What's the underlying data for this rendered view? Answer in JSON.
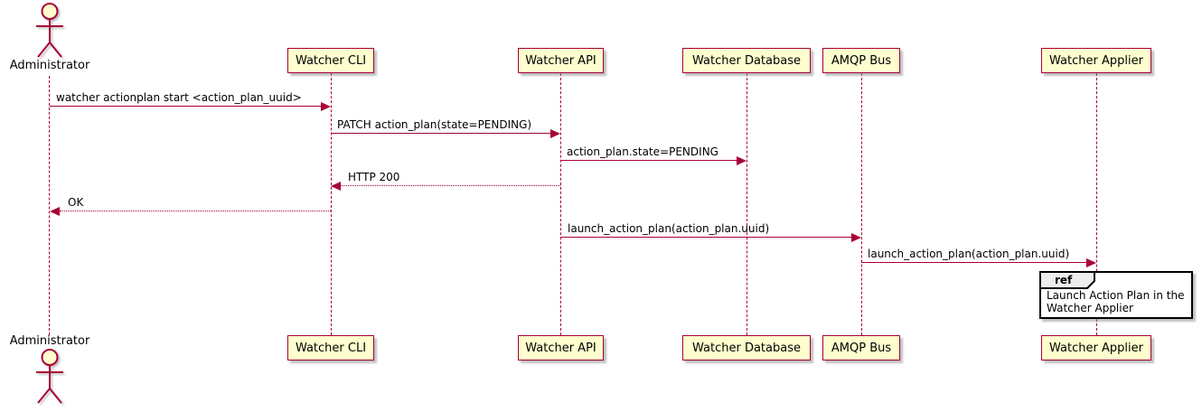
{
  "diagram": {
    "actor": {
      "name": "Administrator"
    },
    "participants": [
      {
        "name": "Watcher CLI"
      },
      {
        "name": "Watcher API"
      },
      {
        "name": "Watcher Database"
      },
      {
        "name": "AMQP Bus"
      },
      {
        "name": "Watcher Applier"
      }
    ],
    "messages": [
      {
        "label": "watcher actionplan start <action_plan_uuid>",
        "from": "Administrator",
        "to": "Watcher CLI",
        "style": "solid"
      },
      {
        "label": "PATCH action_plan(state=PENDING)",
        "from": "Watcher CLI",
        "to": "Watcher API",
        "style": "solid"
      },
      {
        "label": "action_plan.state=PENDING",
        "from": "Watcher API",
        "to": "Watcher Database",
        "style": "solid"
      },
      {
        "label": "HTTP 200",
        "from": "Watcher API",
        "to": "Watcher CLI",
        "style": "dotted-return"
      },
      {
        "label": "OK",
        "from": "Watcher CLI",
        "to": "Administrator",
        "style": "dotted-return"
      },
      {
        "label": "launch_action_plan(action_plan.uuid)",
        "from": "Watcher API",
        "to": "AMQP Bus",
        "style": "solid"
      },
      {
        "label": "launch_action_plan(action_plan.uuid)",
        "from": "AMQP Bus",
        "to": "Watcher Applier",
        "style": "solid"
      }
    ],
    "ref_fragment": {
      "keyword": "ref",
      "text": "Launch Action Plan in the\nWatcher Applier",
      "over": "Watcher Applier"
    },
    "colors": {
      "accent": "#A80036",
      "participant_fill": "#FEFECE",
      "ref_tab_fill": "#EEEEEE",
      "ref_border": "#000000"
    }
  }
}
